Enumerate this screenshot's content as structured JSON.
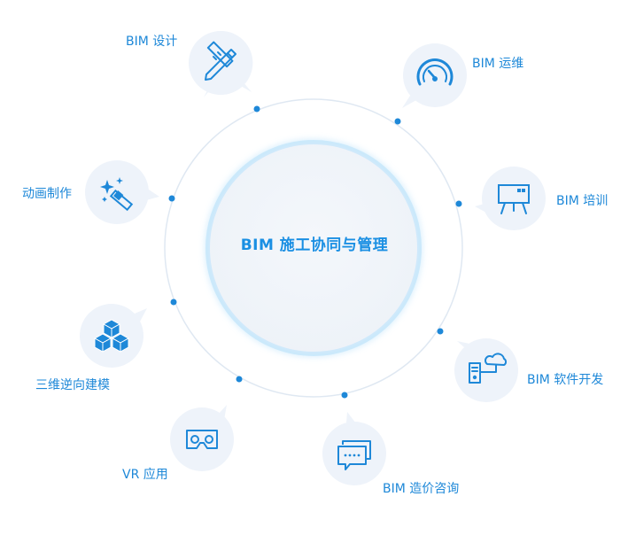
{
  "diagram": {
    "center": {
      "title": "BIM 施工协同与管理"
    },
    "accent_color": "#1e88d8",
    "bubble_color": "#eef3fa",
    "nodes": [
      {
        "id": "design",
        "label": "BIM 设计",
        "icon": "pencil-ruler-icon"
      },
      {
        "id": "operation",
        "label": "BIM 运维",
        "icon": "gauge-icon"
      },
      {
        "id": "training",
        "label": "BIM 培训",
        "icon": "presentation-board-icon"
      },
      {
        "id": "software",
        "label": "BIM 软件开发",
        "icon": "cloud-computer-icon"
      },
      {
        "id": "consulting",
        "label": "BIM 造价咨询",
        "icon": "chat-messages-icon"
      },
      {
        "id": "vr",
        "label": "VR 应用",
        "icon": "vr-headset-icon"
      },
      {
        "id": "modeling",
        "label": "三维逆向建模",
        "icon": "cubes-icon"
      },
      {
        "id": "animation",
        "label": "动画制作",
        "icon": "magic-wand-icon"
      }
    ]
  }
}
